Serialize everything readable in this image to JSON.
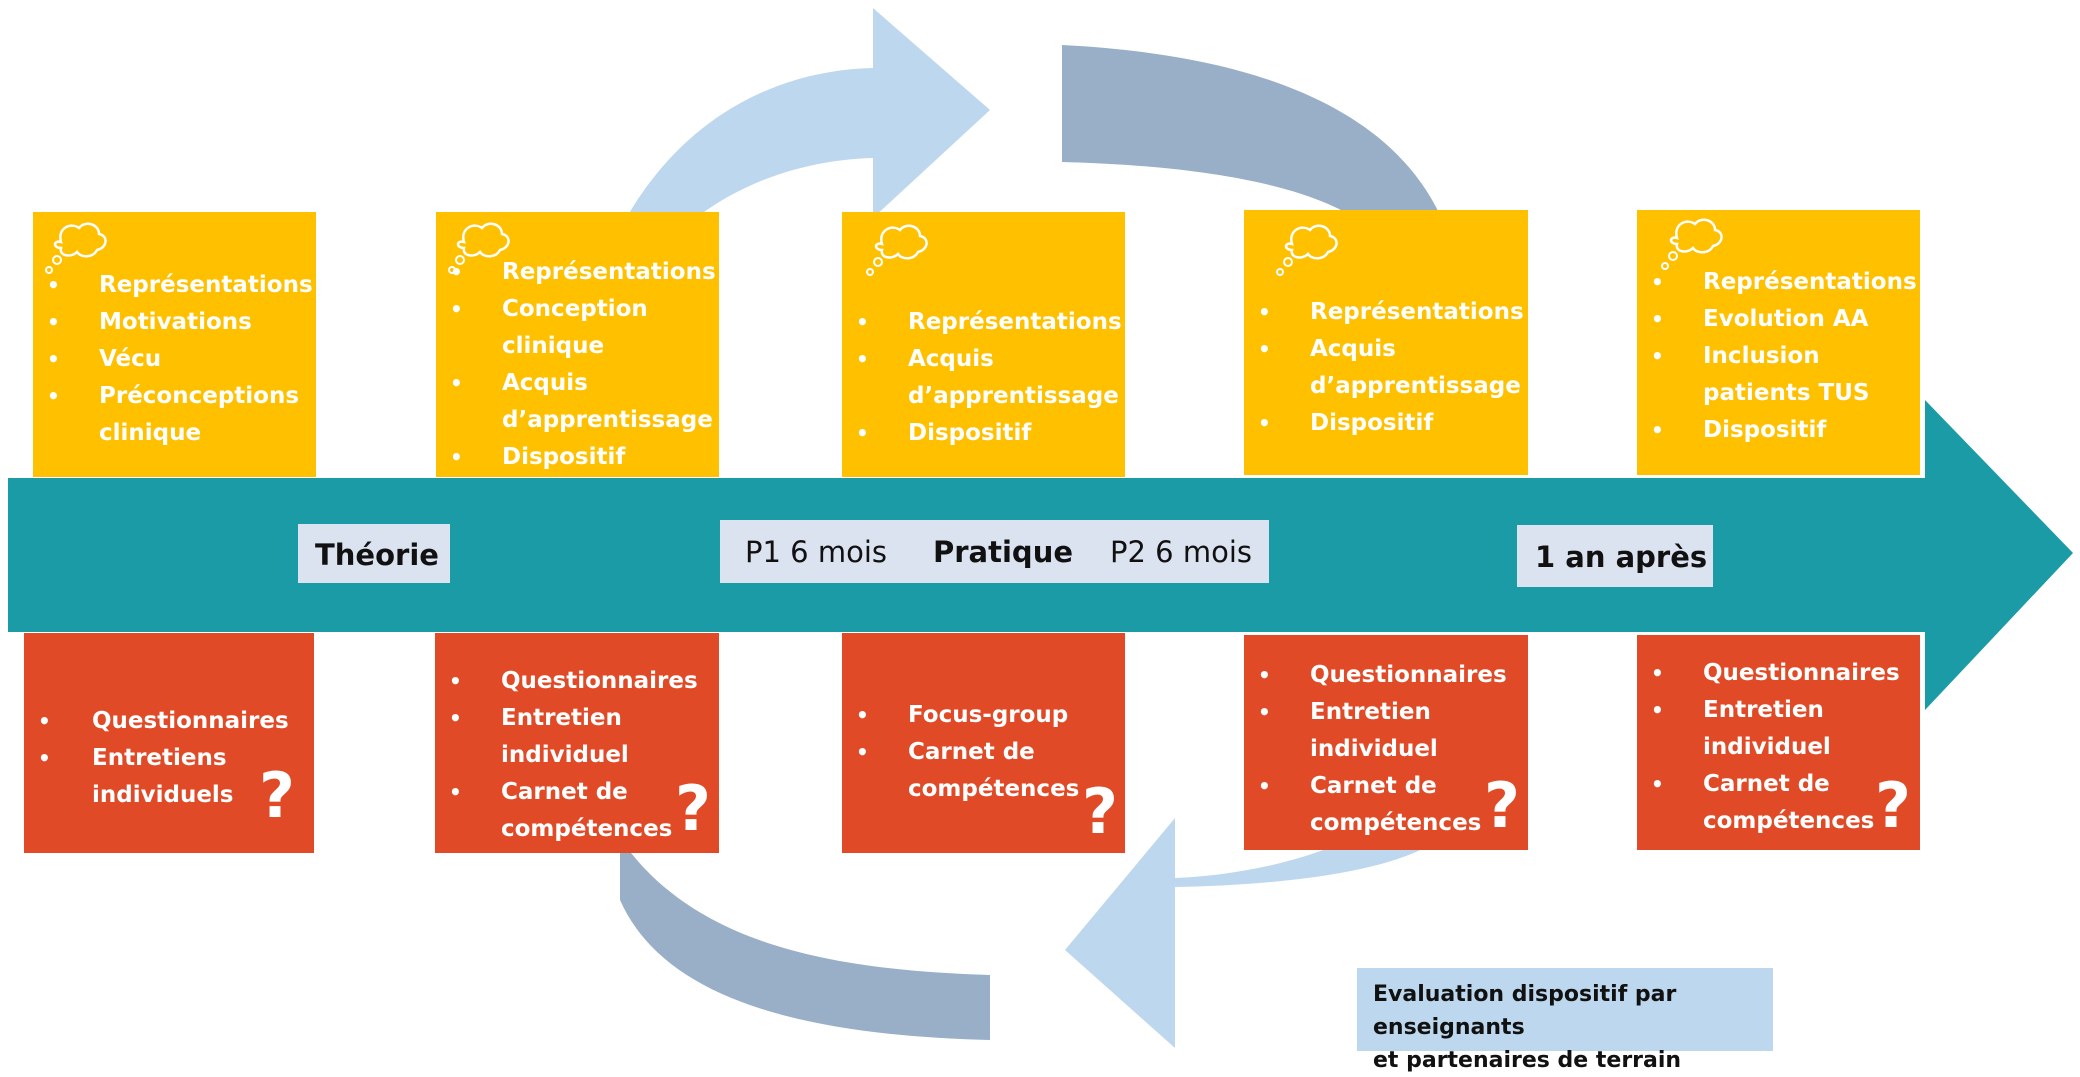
{
  "colors": {
    "top_box": "#ffc000",
    "bottom_box": "#e04a27",
    "timeline": "#1a9ba6",
    "cycle_light": "#bdd7ee",
    "cycle_dark": "#98afc7",
    "label_bg": "#dce3f0"
  },
  "timeline": {
    "labels": {
      "theorie": "Théorie",
      "p1": "P1 6 mois",
      "pratique": "Pratique",
      "p2": "P2 6 mois",
      "un_an": "1 an après"
    }
  },
  "top_boxes": [
    {
      "icon": "thought-bubble-icon",
      "items": [
        "Représentations",
        "Motivations",
        "Vécu",
        "Préconceptions",
        "clinique"
      ]
    },
    {
      "icon": "thought-bubble-icon",
      "items": [
        "Représentations",
        "Conception",
        "clinique",
        "Acquis",
        "d’apprentissage",
        "Dispositif"
      ]
    },
    {
      "icon": "thought-bubble-icon",
      "items": [
        "Représentations",
        "Acquis",
        "d’apprentissage",
        "Dispositif"
      ]
    },
    {
      "icon": "thought-bubble-icon",
      "items": [
        "Représentations",
        "Acquis",
        "d’apprentissage",
        "Dispositif"
      ]
    },
    {
      "icon": "thought-bubble-icon",
      "items": [
        "Représentations",
        "Evolution AA",
        "Inclusion",
        "patients TUS",
        "Dispositif"
      ]
    }
  ],
  "bottom_boxes": [
    {
      "items": [
        "Questionnaires",
        "Entretiens",
        "individuels"
      ],
      "mark": "?"
    },
    {
      "items": [
        "Questionnaires",
        "Entretien",
        "individuel",
        "Carnet de",
        "compétences"
      ],
      "mark": "?"
    },
    {
      "items": [
        "Focus-group",
        "Carnet de",
        "compétences"
      ],
      "mark": "?"
    },
    {
      "items": [
        "Questionnaires",
        "Entretien",
        "individuel",
        "Carnet de",
        "compétences"
      ],
      "mark": "?"
    },
    {
      "items": [
        "Questionnaires",
        "Entretien",
        "individuel",
        "Carnet de",
        "compétences"
      ],
      "mark": "?"
    }
  ],
  "note": {
    "line1": "Evaluation dispositif par enseignants",
    "line2": "et partenaires de terrain"
  }
}
